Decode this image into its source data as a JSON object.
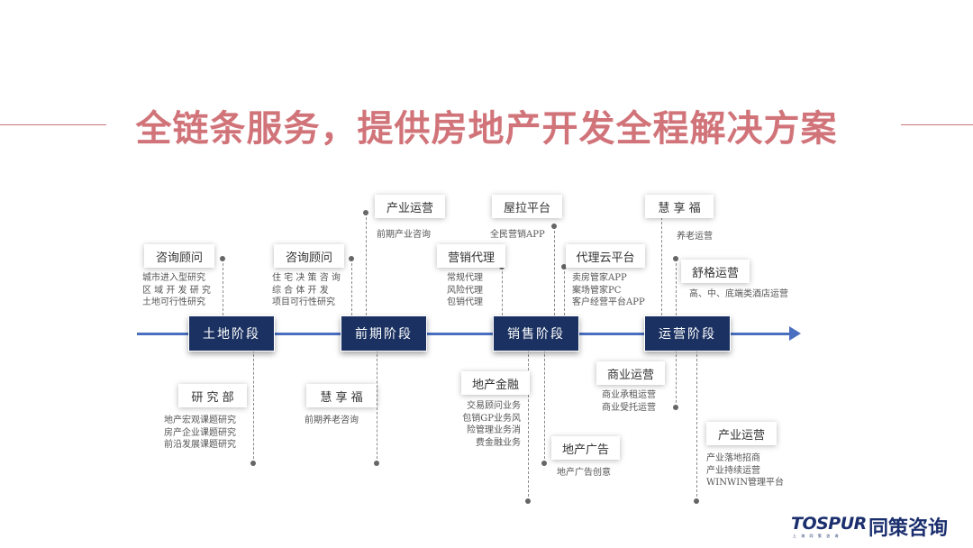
{
  "title": "全链条服务，提供房地产开发全程解决方案",
  "stages": [
    "土地阶段",
    "前期阶段",
    "销售阶段",
    "运营阶段"
  ],
  "top_items": [
    {
      "label": "咨询顾问",
      "lines": [
        "城市进入型研究",
        "区 域 开 发 研 究",
        "土地可行性研究"
      ]
    },
    {
      "label": "咨询顾问",
      "lines": [
        "住 宅 决 策 咨 询",
        "综  合  体  开  发",
        "项目可行性研究"
      ]
    },
    {
      "label": "产业运营",
      "lines": [
        "前期产业咨询"
      ]
    },
    {
      "label": "营销代理",
      "lines": [
        "常规代理",
        "风险代理",
        "包销代理"
      ]
    },
    {
      "label": "屋拉平台",
      "lines": [
        "全民营销APP"
      ]
    },
    {
      "label": "代理云平台",
      "lines": [
        "卖房管家APP",
        "案场管家PC",
        "客户经营平台APP"
      ]
    },
    {
      "label": "慧 享 福",
      "lines": [
        "养老运营"
      ]
    },
    {
      "label": "舒格运营",
      "lines": [
        "高、中、底端类酒店运营"
      ]
    }
  ],
  "bottom_items": [
    {
      "label": "研 究 部",
      "lines": [
        "地产宏观课题研究",
        "房产企业课题研究",
        "前沿发展课题研究"
      ]
    },
    {
      "label": "慧 享 福",
      "lines": [
        "前期养老咨询"
      ]
    },
    {
      "label": "地产金融",
      "lines": [
        "交易顾问业务",
        "包销GP业务风",
        "险管理业务消",
        "费金融业务"
      ]
    },
    {
      "label": "地产广告",
      "lines": [
        "地产广告创意"
      ]
    },
    {
      "label": "商业运营",
      "lines": [
        "商业承租运营",
        "商业受托运营"
      ]
    },
    {
      "label": "产业运营",
      "lines": [
        "产业落地招商",
        "产业持续运营",
        "WINWIN管理平台"
      ]
    }
  ],
  "logo": {
    "en": "TOSPUR",
    "cn": "同策咨询",
    "sub": "上 海 同 策 咨 询"
  },
  "colors": {
    "title": "#d1747a",
    "stage_bg": "#1a3161",
    "axis": "#4a6fc0"
  }
}
